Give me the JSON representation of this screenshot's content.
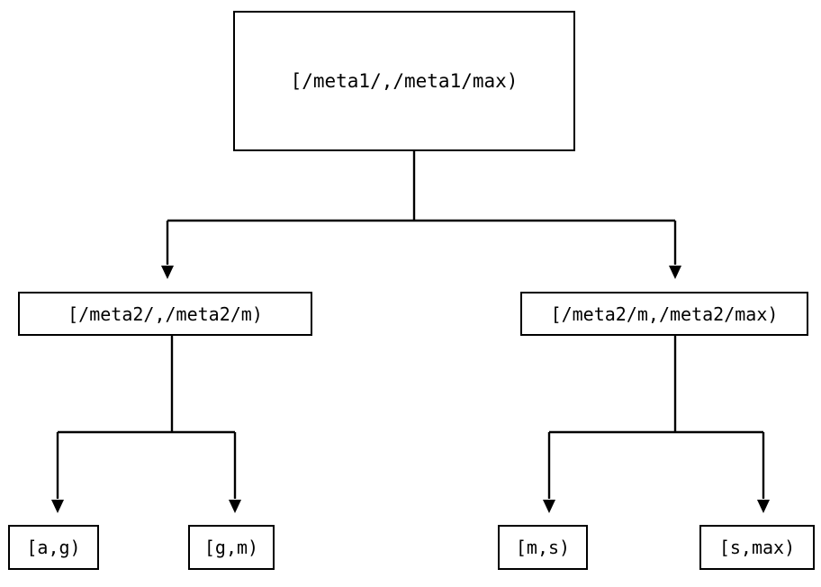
{
  "diagram": {
    "type": "tree",
    "orientation": "top-down",
    "title": "",
    "style": {
      "background_color": "#ffffff",
      "node_border_color": "#000000",
      "node_fill_color": "#ffffff",
      "edge_color": "#000000",
      "text_color": "#000000",
      "arrowhead": "filled-triangle-down"
    },
    "nodes": {
      "root": {
        "id": "root",
        "label": "[/meta1/,/meta1/max)",
        "level": 0
      },
      "mid_left": {
        "id": "mid-left",
        "label": "[/meta2/,/meta2/m)",
        "level": 1
      },
      "mid_right": {
        "id": "mid-right",
        "label": "[/meta2/m,/meta2/max)",
        "level": 1
      },
      "leaf_1": {
        "id": "leaf-1",
        "label": "[a,g)",
        "level": 2
      },
      "leaf_2": {
        "id": "leaf-2",
        "label": "[g,m)",
        "level": 2
      },
      "leaf_3": {
        "id": "leaf-3",
        "label": "[m,s)",
        "level": 2
      },
      "leaf_4": {
        "id": "leaf-4",
        "label": "[s,max)",
        "level": 2
      }
    },
    "edges": [
      {
        "from": "root",
        "to": "mid_left"
      },
      {
        "from": "root",
        "to": "mid_right"
      },
      {
        "from": "mid_left",
        "to": "leaf_1"
      },
      {
        "from": "mid_left",
        "to": "leaf_2"
      },
      {
        "from": "mid_right",
        "to": "leaf_3"
      },
      {
        "from": "mid_right",
        "to": "leaf_4"
      }
    ]
  }
}
